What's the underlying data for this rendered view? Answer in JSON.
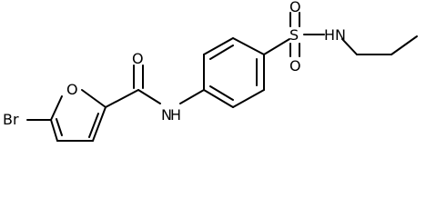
{
  "atoms": {
    "o_carbonyl": "O",
    "n_amide": "N",
    "h_amide": "H",
    "s": "S",
    "o_sulfonyl_top": "O",
    "o_sulfonyl_bottom": "O",
    "n_sulfonamide": "N",
    "h_sulfonamide": "H",
    "o_furan": "O",
    "br": "Br"
  },
  "colors": {
    "bond": "#000000",
    "label": "#000000",
    "background": "#ffffff"
  }
}
